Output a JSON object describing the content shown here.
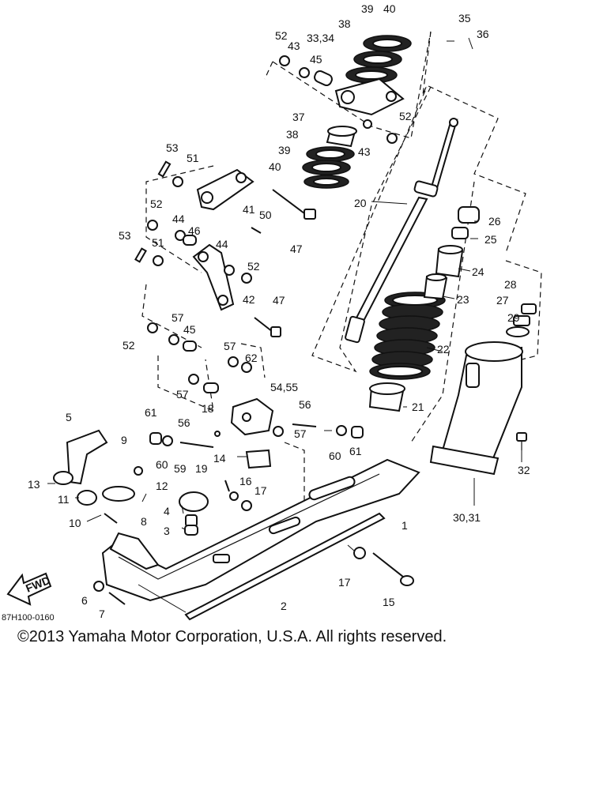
{
  "diagram": {
    "reference_code": "87H100-0160",
    "fwd_label": "FWD",
    "callouts": [
      "1",
      "2",
      "3",
      "4",
      "5",
      "6",
      "7",
      "8",
      "9",
      "10",
      "11",
      "12",
      "13",
      "14",
      "15",
      "16",
      "17",
      "17",
      "18",
      "19",
      "20",
      "21",
      "22",
      "23",
      "24",
      "25",
      "26",
      "27",
      "28",
      "29",
      "30,31",
      "32",
      "33,34",
      "35",
      "36",
      "37",
      "38",
      "38",
      "39",
      "39",
      "40",
      "40",
      "41",
      "42",
      "43",
      "43",
      "44",
      "44",
      "45",
      "45",
      "46",
      "47",
      "47",
      "50",
      "51",
      "51",
      "52",
      "52",
      "52",
      "52",
      "52",
      "53",
      "53",
      "54,55",
      "56",
      "56",
      "57",
      "57",
      "57",
      "57",
      "59",
      "60",
      "60",
      "61",
      "61",
      "62"
    ]
  },
  "footer": {
    "copyright": "©2013 Yamaha Motor Corporation, U.S.A. All rights reserved."
  }
}
